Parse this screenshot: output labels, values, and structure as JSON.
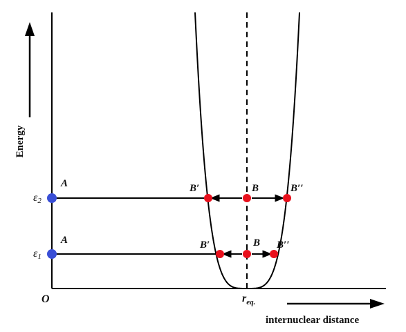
{
  "labels": {
    "y_axis": "Energy",
    "x_axis": "internuclear distance",
    "origin": "O",
    "level_2": "ε2",
    "level_1": "ε1",
    "point_a": "A",
    "point_b_left": "B′",
    "point_b": "B",
    "point_b_right": "B′′",
    "r_eq_main": "r",
    "r_eq_sub": "eq."
  },
  "colors": {
    "axis": "#000000",
    "blue_point": "#3a4fd6",
    "red_point": "#e8101c"
  }
}
